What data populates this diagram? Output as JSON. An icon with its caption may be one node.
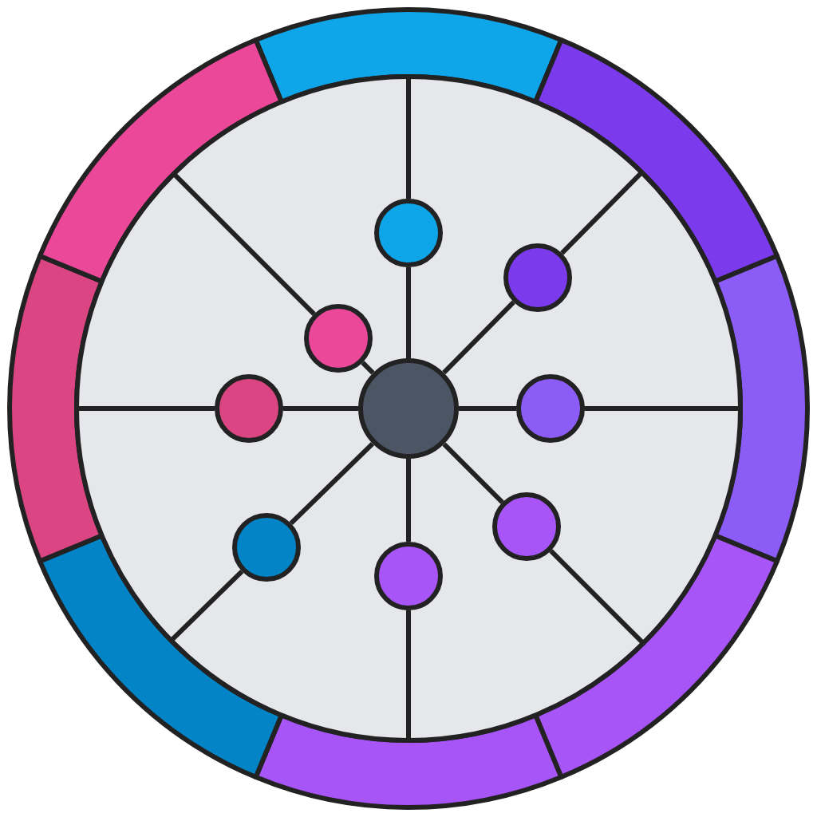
{
  "diagram": {
    "nodes": [
      {
        "text": [],
        "shape": "circle"
      },
      {
        "text": [],
        "shape": "circle"
      },
      {
        "text": [],
        "shape": "circle"
      },
      {
        "text": [],
        "shape": "circle"
      },
      {
        "text": [],
        "shape": "circle"
      },
      {
        "text": [],
        "shape": "circle"
      },
      {
        "text": [],
        "shape": "circle"
      },
      {
        "text": [],
        "shape": "circle"
      },
      {
        "text": [],
        "shape": "circle"
      }
    ],
    "edges": [
      {
        "from": 4,
        "to": 0,
        "arrow": "none"
      },
      {
        "from": 4,
        "to": 1,
        "arrow": "none"
      },
      {
        "from": 4,
        "to": 2,
        "arrow": "none"
      },
      {
        "from": 4,
        "to": 3,
        "arrow": "none"
      },
      {
        "from": 4,
        "to": 5,
        "arrow": "none"
      },
      {
        "from": 4,
        "to": 6,
        "arrow": "none"
      },
      {
        "from": 4,
        "to": 7,
        "arrow": "none"
      },
      {
        "from": 4,
        "to": 8,
        "arrow": "none"
      }
    ]
  }
}
